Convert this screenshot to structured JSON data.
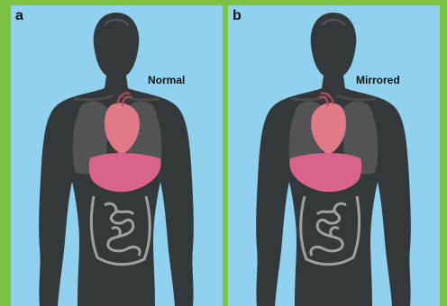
{
  "panels": [
    {
      "letter": "a",
      "label": "Normal",
      "mirrored": false
    },
    {
      "letter": "b",
      "label": "Mirrored",
      "mirrored": true
    }
  ],
  "colors": {
    "background": "#7dc242",
    "panel": "#8fd1ee",
    "body": "#2b2b2b",
    "heart": "#e07a86",
    "liver": "#d9638c",
    "lungs": "#6a6a6a",
    "intestine": "#bbbbbb"
  }
}
